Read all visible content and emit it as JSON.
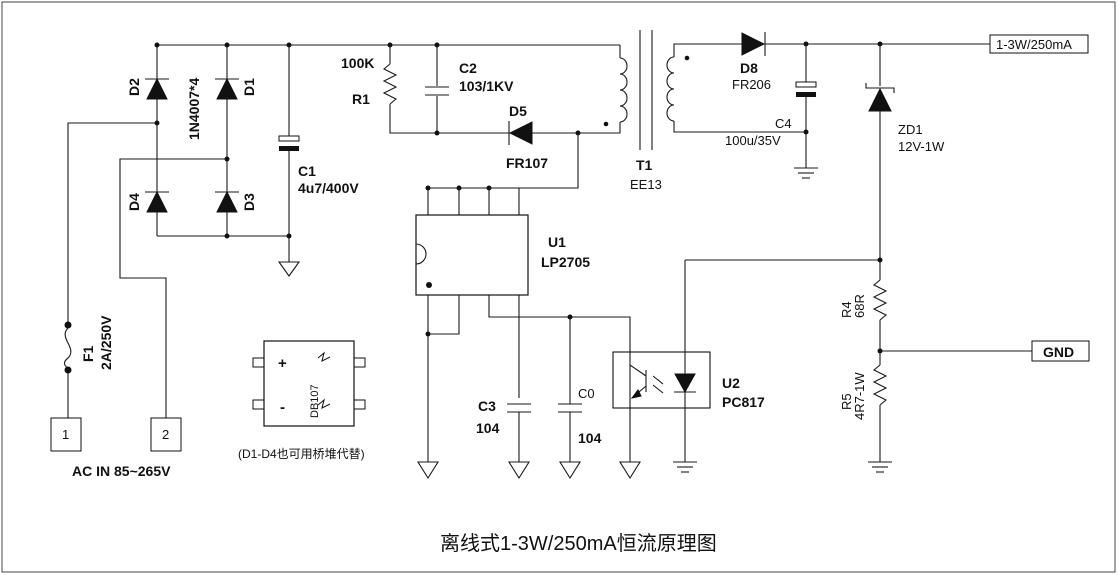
{
  "labels": {
    "d2": "D2",
    "d1": "D1",
    "d4": "D4",
    "d3": "D3",
    "diode_part": "1N4007*4",
    "c1_ref": "C1",
    "c1_val": "4u7/400V",
    "r1_val": "100K",
    "r1_ref": "R1",
    "c2_ref": "C2",
    "c2_val": "103/1KV",
    "d5_ref": "D5",
    "d5_val": "FR107",
    "t1_ref": "T1",
    "t1_val": "EE13",
    "d8_ref": "D8",
    "d8_val": "FR206",
    "c4_ref": "C4",
    "c4_val": "100u/35V",
    "zd1_ref": "ZD1",
    "zd1_val": "12V-1W",
    "out_label": "1-3W/250mA",
    "u1_ref": "U1",
    "u1_val": "LP2705",
    "r4_ref": "R4",
    "r4_val": "68R",
    "gnd_label": "GND",
    "u2_ref": "U2",
    "u2_val": "PC817",
    "r5_ref": "R5",
    "r5_val": "4R7-1W",
    "c3_ref": "C3",
    "c3_val": "104",
    "c0_ref": "C0",
    "c0_val": "104",
    "f1_ref": "F1",
    "f1_val": "2A/250V",
    "pin1": "1",
    "pin2": "2",
    "ac_in": "AC IN 85~265V",
    "db_ref": "DB107",
    "db_plus": "+",
    "db_minus": "-",
    "db_note": "(D1-D4也可用桥堆代替)",
    "title": "离线式1-3W/250mA恒流原理图"
  }
}
